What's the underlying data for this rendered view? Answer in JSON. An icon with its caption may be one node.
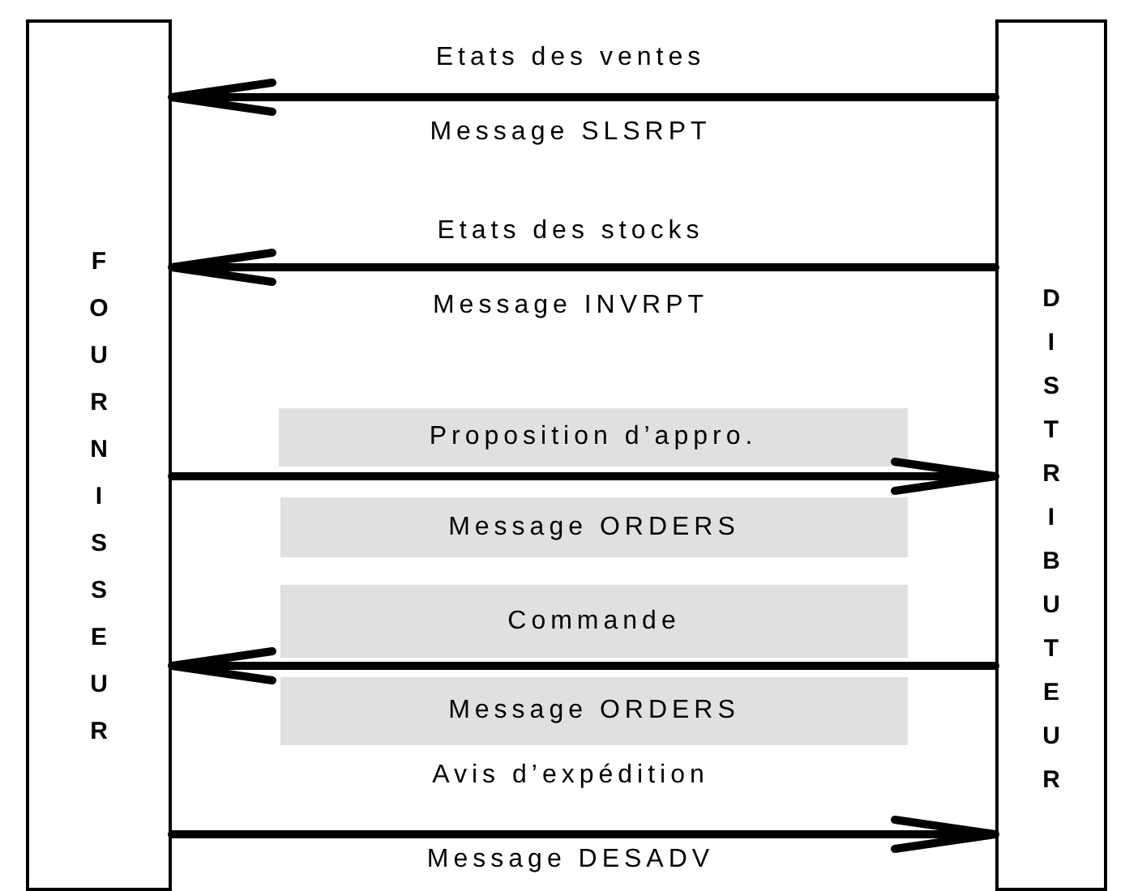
{
  "diagram": {
    "nodes": [
      {
        "text": [
          "FOURNISSEUR"
        ]
      },
      {
        "text": [
          "DISTRIBUTEUR"
        ]
      },
      {
        "text": [
          "Proposition d’appro."
        ]
      },
      {
        "text": [
          "Message ORDERS"
        ]
      },
      {
        "text": [
          "Commande"
        ]
      },
      {
        "text": [
          "Message ORDERS"
        ]
      }
    ],
    "edges": [
      {
        "from": 1,
        "to": 0,
        "arrow": "to",
        "label": "Etats des ventes"
      },
      {
        "from": 1,
        "to": 0,
        "arrow": "to",
        "label": "Etats des stocks"
      },
      {
        "from": 0,
        "to": 1,
        "arrow": "to"
      },
      {
        "from": 1,
        "to": 0,
        "arrow": "to"
      },
      {
        "from": 0,
        "to": 1,
        "arrow": "to",
        "label": "Avis d’expédition"
      }
    ],
    "labels": [
      "Message SLSRPT",
      "Message INVRPT",
      "Message DESADV"
    ]
  }
}
